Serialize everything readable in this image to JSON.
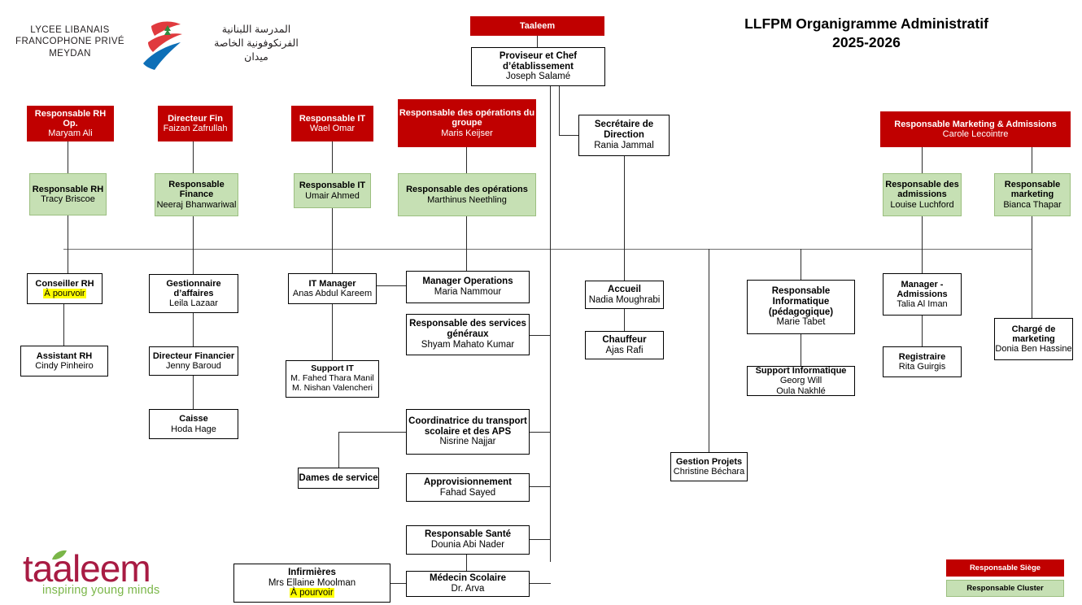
{
  "header": {
    "school_name_line1": "LYCEE LIBANAIS",
    "school_name_line2": "FRANCOPHONE PRIVÉ",
    "school_name_line3": "MEYDAN",
    "school_name_arabic_line1": "المدرسة اللبنانية",
    "school_name_arabic_line2": "الفرنكوفونية الخاصة",
    "school_name_arabic_line3": "ميدان",
    "chart_title_line1": "LLFPM Organigramme Administratif",
    "chart_title_line2": "2025-2026"
  },
  "footer": {
    "brand_word": "taaleem",
    "brand_tagline": "inspiring young minds"
  },
  "legend": {
    "siege_label": "Responsable Siège",
    "cluster_label": "Responsable Cluster"
  },
  "colors": {
    "siege_red": "#C00000",
    "cluster_green": "#C6E0B4",
    "vacancy_highlight": "#FFFF00",
    "brand_magenta": "#A81B43",
    "brand_green": "#7AB648"
  },
  "nodes": {
    "taaleem": {
      "title": "Taaleem",
      "name": ""
    },
    "proviseur": {
      "title": "Proviseur et Chef d’établissement",
      "name": "Joseph Salamé"
    },
    "secretaire_direction": {
      "title": "Secrétaire de Direction",
      "name": "Rania Jammal"
    },
    "accueil": {
      "title": "Accueil",
      "name": "Nadia Moughrabi"
    },
    "chauffeur": {
      "title": "Chauffeur",
      "name": "Ajas Rafi"
    },
    "resp_rh_op": {
      "title": "Responsable RH Op.",
      "name": "Maryam Ali"
    },
    "resp_rh": {
      "title": "Responsable RH",
      "name": "Tracy Briscoe"
    },
    "conseiller_rh": {
      "title": "Conseiller RH",
      "name": "À pourvoir"
    },
    "assistant_rh": {
      "title": "Assistant RH",
      "name": "Cindy Pinheiro"
    },
    "directeur_fin": {
      "title": "Directeur Fin",
      "name": "Faizan Zafrullah"
    },
    "resp_finance": {
      "title": "Responsable Finance",
      "name": "Neeraj Bhanwariwal"
    },
    "gestionnaire_affaires": {
      "title": "Gestionnaire d’affaires",
      "name": "Leila Lazaar"
    },
    "directeur_financier": {
      "title": "Directeur Financier",
      "name": "Jenny Baroud"
    },
    "caisse": {
      "title": "Caisse",
      "name": "Hoda Hage"
    },
    "resp_it_siege": {
      "title": "Responsable IT",
      "name": "Wael Omar"
    },
    "resp_it": {
      "title": "Responsable IT",
      "name": "Umair Ahmed"
    },
    "it_manager": {
      "title": "IT Manager",
      "name": "Anas Abdul Kareem"
    },
    "support_it": {
      "title": "Support IT",
      "name": "M. Fahed Thara Manil\nM. Nishan Valencheri"
    },
    "resp_ops_groupe": {
      "title": "Responsable des opérations du groupe",
      "name": "Maris Keijser"
    },
    "resp_operations": {
      "title": "Responsable des opérations",
      "name": "Marthinus Neethling"
    },
    "manager_operations": {
      "title": "Manager Operations",
      "name": "Maria Nammour"
    },
    "resp_services_generaux": {
      "title": "Responsable des services généraux",
      "name": "Shyam Mahato Kumar"
    },
    "coordinatrice_transport": {
      "title": "Coordinatrice du transport scolaire et des APS",
      "name": "Nisrine Najjar"
    },
    "dames_de_service": {
      "title": "Dames de service",
      "name": ""
    },
    "approvisionnement": {
      "title": "Approvisionnement",
      "name": "Fahad Sayed"
    },
    "resp_sante": {
      "title": "Responsable Santé",
      "name": "Dounia Abi Nader"
    },
    "medecin_scolaire": {
      "title": "Médecin Scolaire",
      "name": "Dr. Arva"
    },
    "infirmieres": {
      "title": "Infirmières",
      "name": "Mrs Ellaine Moolman",
      "name2": "À pourvoir"
    },
    "resp_informatique_peda": {
      "title": "Responsable Informatique (pédagogique)",
      "name": "Marie Tabet"
    },
    "support_informatique": {
      "title": "Support Informatique",
      "name": "Georg Will\nOula Nakhlé"
    },
    "gestion_projets": {
      "title": "Gestion Projets",
      "name": "Christine Béchara"
    },
    "resp_marketing_admissions": {
      "title": "Responsable Marketing & Admissions",
      "name": "Carole Lecointre"
    },
    "resp_admissions": {
      "title": "Responsable des admissions",
      "name": "Louise Luchford"
    },
    "resp_marketing": {
      "title": "Responsable marketing",
      "name": "Bianca Thapar"
    },
    "manager_admissions": {
      "title": "Manager - Admissions",
      "name": "Talia  Al Iman"
    },
    "registraire": {
      "title": "Registraire",
      "name": "Rita Guirgis"
    },
    "charge_marketing": {
      "title": "Chargé de marketing",
      "name": "Donia Ben Hassine"
    }
  }
}
